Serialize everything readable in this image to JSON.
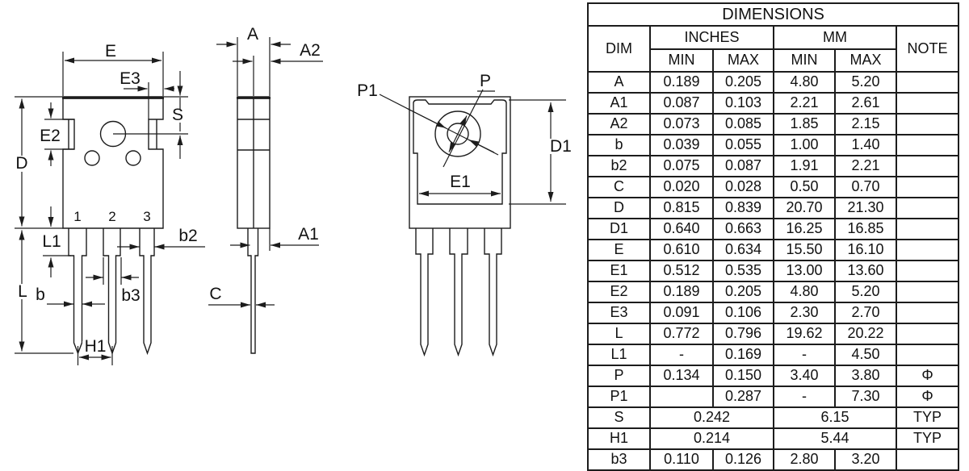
{
  "table": {
    "title": "DIMENSIONS",
    "headers": {
      "dim": "DIM",
      "inches": "INCHES",
      "mm": "MM",
      "note": "NOTE",
      "min": "MIN",
      "max": "MAX"
    },
    "rows": [
      {
        "dim": "A",
        "cells": [
          "0.189",
          "0.205",
          "4.80",
          "5.20",
          ""
        ]
      },
      {
        "dim": "A1",
        "cells": [
          "0.087",
          "0.103",
          "2.21",
          "2.61",
          ""
        ]
      },
      {
        "dim": "A2",
        "cells": [
          "0.073",
          "0.085",
          "1.85",
          "2.15",
          ""
        ]
      },
      {
        "dim": "b",
        "cells": [
          "0.039",
          "0.055",
          "1.00",
          "1.40",
          ""
        ]
      },
      {
        "dim": "b2",
        "cells": [
          "0.075",
          "0.087",
          "1.91",
          "2.21",
          ""
        ]
      },
      {
        "dim": "C",
        "cells": [
          "0.020",
          "0.028",
          "0.50",
          "0.70",
          ""
        ]
      },
      {
        "dim": "D",
        "cells": [
          "0.815",
          "0.839",
          "20.70",
          "21.30",
          ""
        ]
      },
      {
        "dim": "D1",
        "cells": [
          "0.640",
          "0.663",
          "16.25",
          "16.85",
          ""
        ]
      },
      {
        "dim": "E",
        "cells": [
          "0.610",
          "0.634",
          "15.50",
          "16.10",
          ""
        ]
      },
      {
        "dim": "E1",
        "cells": [
          "0.512",
          "0.535",
          "13.00",
          "13.60",
          ""
        ]
      },
      {
        "dim": "E2",
        "cells": [
          "0.189",
          "0.205",
          "4.80",
          "5.20",
          ""
        ]
      },
      {
        "dim": "E3",
        "cells": [
          "0.091",
          "0.106",
          "2.30",
          "2.70",
          ""
        ]
      },
      {
        "dim": "L",
        "cells": [
          "0.772",
          "0.796",
          "19.62",
          "20.22",
          ""
        ]
      },
      {
        "dim": "L1",
        "cells": [
          "-",
          "0.169",
          "-",
          "4.50",
          ""
        ]
      },
      {
        "dim": "P",
        "cells": [
          "0.134",
          "0.150",
          "3.40",
          "3.80",
          "Φ"
        ]
      },
      {
        "dim": "P1",
        "cells": [
          "",
          "0.287",
          "-",
          "7.30",
          "Φ"
        ]
      },
      {
        "dim": "S",
        "span": true,
        "cells": [
          "0.242",
          "6.15",
          "TYP"
        ]
      },
      {
        "dim": "H1",
        "span": true,
        "cells": [
          "0.214",
          "5.44",
          "TYP"
        ]
      },
      {
        "dim": "b3",
        "cells": [
          "0.110",
          "0.126",
          "2.80",
          "3.20",
          ""
        ]
      }
    ]
  },
  "diagram": {
    "labels": {
      "E": "E",
      "E3": "E3",
      "S": "S",
      "E2": "E2",
      "D": "D",
      "L1": "L1",
      "L": "L",
      "b": "b",
      "b3": "b3",
      "H1": "H1",
      "b2": "b2",
      "pin1": "1",
      "pin2": "2",
      "pin3": "3",
      "A": "A",
      "A2": "A2",
      "A1": "A1",
      "C": "C",
      "P1": "P1",
      "P": "P",
      "E1": "E1",
      "D1": "D1"
    }
  }
}
